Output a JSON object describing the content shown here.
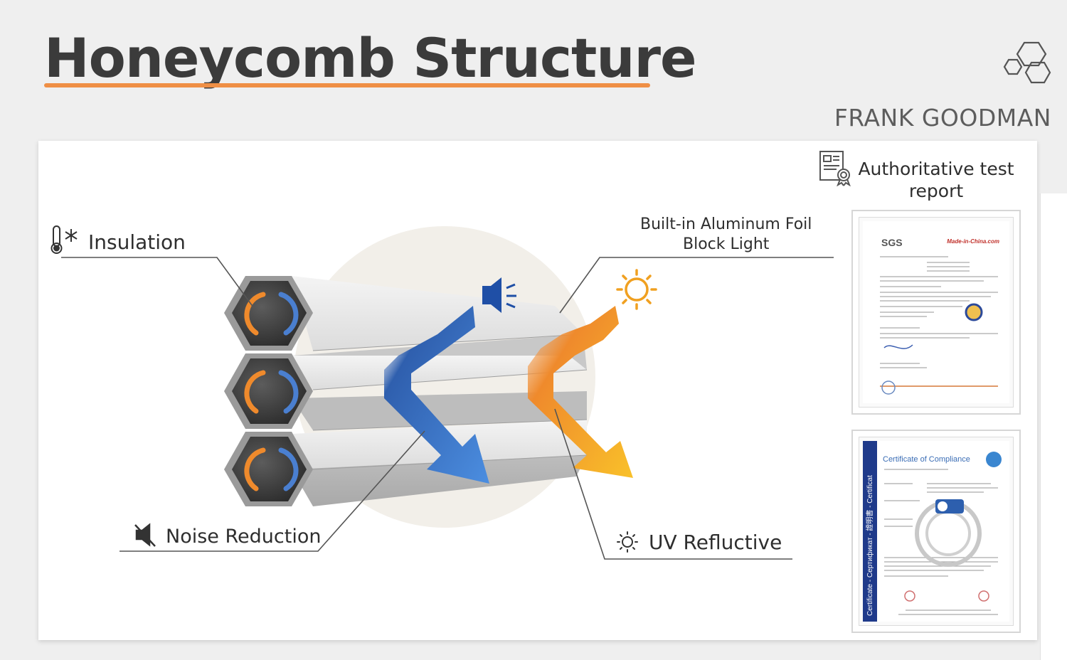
{
  "header": {
    "title": "Honeycomb Structure",
    "brand": "FRANK GOODMAN"
  },
  "features": {
    "insulation": "Insulation",
    "noise_reduction": "Noise Reduction",
    "aluminum_line1": "Built-in Aluminum Foil",
    "aluminum_line2": "Block Light",
    "uv": "UV Refluctive"
  },
  "reports": {
    "title_line1": "Authoritative test",
    "title_line2": "report",
    "doc1_brand": "SGS",
    "doc1_site": "Made-in-China.com",
    "doc2_title": "Certificate of Compliance",
    "doc2_strip": "Certificate - Сертификат - 證明書 - Certificat"
  },
  "colors": {
    "accent_orange": "#ef8f45",
    "blue": "#3f74c9",
    "yellow": "#f6b21c"
  }
}
